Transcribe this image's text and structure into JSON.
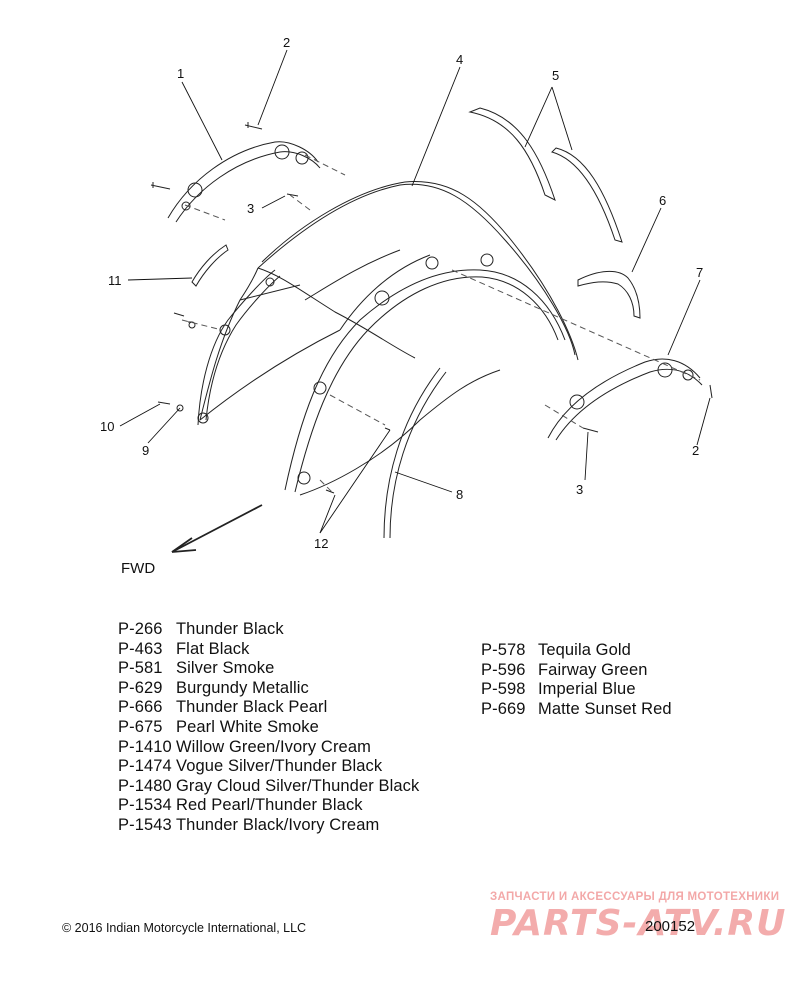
{
  "diagram": {
    "callouts": [
      "1",
      "2",
      "3",
      "4",
      "5",
      "6",
      "7",
      "11",
      "10",
      "9",
      "12",
      "8",
      "2",
      "3"
    ],
    "fwd_label": "FWD"
  },
  "legend": {
    "left": [
      {
        "code": "P-266",
        "name": "Thunder Black"
      },
      {
        "code": "P-463",
        "name": "Flat Black"
      },
      {
        "code": "P-581",
        "name": "Silver Smoke"
      },
      {
        "code": "P-629",
        "name": "Burgundy Metallic"
      },
      {
        "code": "P-666",
        "name": "Thunder Black Pearl"
      },
      {
        "code": "P-675",
        "name": "Pearl White Smoke"
      },
      {
        "code": "P-1410",
        "name": "Willow Green/Ivory Cream"
      },
      {
        "code": "P-1474",
        "name": "Vogue Silver/Thunder Black"
      },
      {
        "code": "P-1480",
        "name": "Gray Cloud Silver/Thunder Black"
      },
      {
        "code": "P-1534",
        "name": "Red Pearl/Thunder Black"
      },
      {
        "code": "P-1543",
        "name": "Thunder Black/Ivory Cream"
      }
    ],
    "right": [
      {
        "code": "P-578",
        "name": "Tequila Gold"
      },
      {
        "code": "P-596",
        "name": "Fairway Green"
      },
      {
        "code": "P-598",
        "name": "Imperial Blue"
      },
      {
        "code": "P-669",
        "name": "Matte Sunset Red"
      }
    ]
  },
  "footer": {
    "copyright": "© 2016 Indian Motorcycle International, LLC",
    "figure_id": "200152"
  },
  "watermark": {
    "tagline": "ЗАПЧАСТИ И АКСЕССУАРЫ ДЛЯ МОТОТЕХНИКИ",
    "logo": "PARTS-ATV.RU"
  }
}
